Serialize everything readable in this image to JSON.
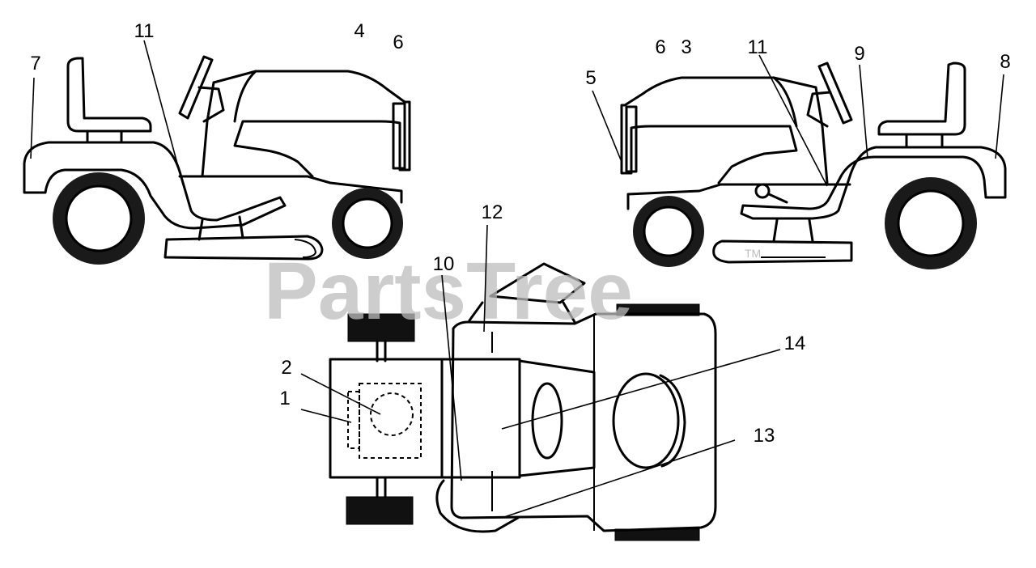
{
  "diagram": {
    "watermark": "PartsTree",
    "watermark_mark": "TM",
    "callouts": {
      "c1": "1",
      "c2": "2",
      "c3": "3",
      "c4": "4",
      "c5": "5",
      "c6a": "6",
      "c6b": "6",
      "c7": "7",
      "c8": "8",
      "c9": "9",
      "c10": "10",
      "c11a": "11",
      "c11b": "11",
      "c12": "12",
      "c13": "13",
      "c14": "14"
    }
  }
}
